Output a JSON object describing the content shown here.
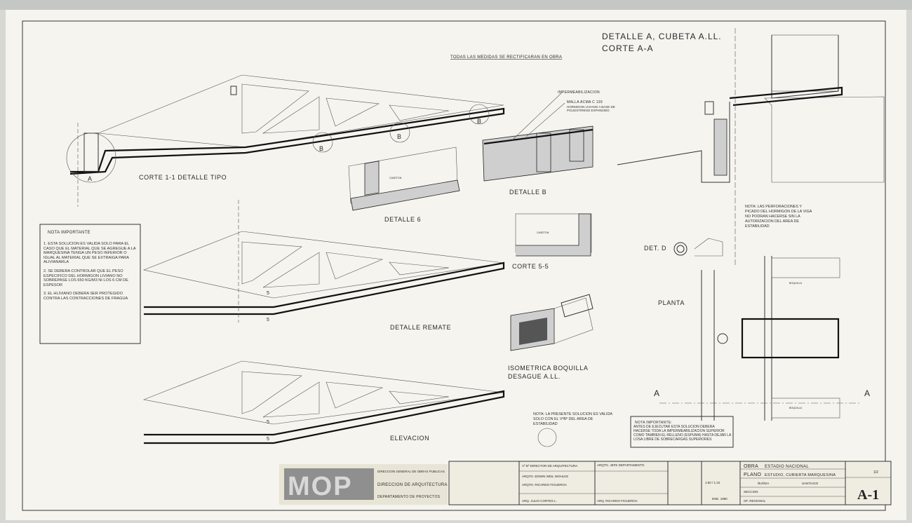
{
  "header_note": "TODAS LAS MEDIDAS SE RECTIFICARAN EN OBRA",
  "details": {
    "detalle_a_title": "DETALLE A, CUBETA A.LL.",
    "corte_aa": "CORTE A-A",
    "corte_11": "CORTE 1-1 DETALLE TIPO",
    "detalle_6": "DETALLE 6",
    "detalle_b": "DETALLE B",
    "corte_55": "CORTE 5-5",
    "detalle_remate": "DETALLE REMATE",
    "elevacion": "ELEVACION",
    "isometrica": "ISOMETRICA BOQUILLA",
    "isometrica2": "DESAGUE A.LL.",
    "planta": "PLANTA",
    "det_d": "DET. D",
    "casetone": "CASETON",
    "boquilla": "BOQUILLA",
    "marker_a": "A",
    "marker_b": "B",
    "section_5": "5",
    "section_mark_a": "A"
  },
  "callouts": {
    "imper": "IMPERMEABILIZACION",
    "malla": "MALLA ACMA C 139",
    "hormigon": "HORMIGON LIVIANO A BASE DE POLIESTIRENO EXPANDIDO"
  },
  "nota_importante_left": {
    "title": "NOTA IMPORTANTE",
    "items": [
      "1. ESTA SOLUCION ES VALIDA SOLO PARA EL CASO QUE EL MATERIAL QUE SE AGREGUE A LA MARQUESINA TENGA UN PESO INFERIOR O IGUAL AL MATERIAL QUE SE EXTRAIGA PARA ALIVIANARLA",
      "2. SE DEBERA CONTROLAR QUE EL PESO ESPECIFICO DEL HORMIGON LIVIANO NO SOBREPASE LOS 650 KG/M3 NI LOS 6 CM DE ESPESOR",
      "3. EL HLIVIANO DEBERA SER PROTEGIDO CONTRA LAS CONTRACCIONES DE FRAGUA"
    ]
  },
  "nota_perforaciones": "NOTA: LAS PERFORACIONES Y PICADO DEL HORMIGON DE LA VIGA NO PODRAN HACERSE SIN LA AUTORIZACION DEL AREA DE ESTABILIDAD",
  "nota_solucion": "NOTA: LA PRESENTE SOLUCION ES VALIDA SOLO CON EL VºBº DEL AREA DE ESTABILIDAD",
  "nota_importante_right": {
    "title": "NOTA IMPORTANTE:",
    "text": "ANTES DE EJECUTAR ESTA SOLUCION DEBERA HACERSE TODA LA IMPERMEABILIZACION SUPERIOR COMO TAMBIEN EL RELLENO (ESPUMA) HASTA DEJAR LA LOSA LIBRE DE SOBRECARGAS SUPERIORES"
  },
  "title_block": {
    "logo": "MOP",
    "org1": "DIRECCION GENERAL DE OBRAS PUBLICAS",
    "org2": "DIRECCION DE ARQUITECTURA",
    "org3": "DEPARTAMENTO DE PROYECTOS",
    "director": "Vº Bº DIRECTOR DE ARQUITECTURA",
    "arq1": "ARQTO. EDWIN WEIL WOHLKE",
    "arq2": "ARQTO. RICARDO FIGUEROA",
    "arq3": "ARQ. JULIO CORTES L.",
    "jefe": "ARQTO. JEFE DEPARTAMENTO",
    "arq4": "ARQ. RICARDO FIGUEROA",
    "escala": "1:50 / 1:10",
    "fecha": "ENE. 1980",
    "obra_label": "OBRA",
    "obra": "ESTADIO NACIONAL",
    "plano_label": "PLANO",
    "plano": "ESTUDIO, CUBIERTA MARQUESINA",
    "comuna": "ÑUÑOA",
    "provincia": "SANTIAGO",
    "seccion": "SECCION",
    "regional": "OF. REGIONAL",
    "lamina": "1/2",
    "clave": "A-1"
  }
}
